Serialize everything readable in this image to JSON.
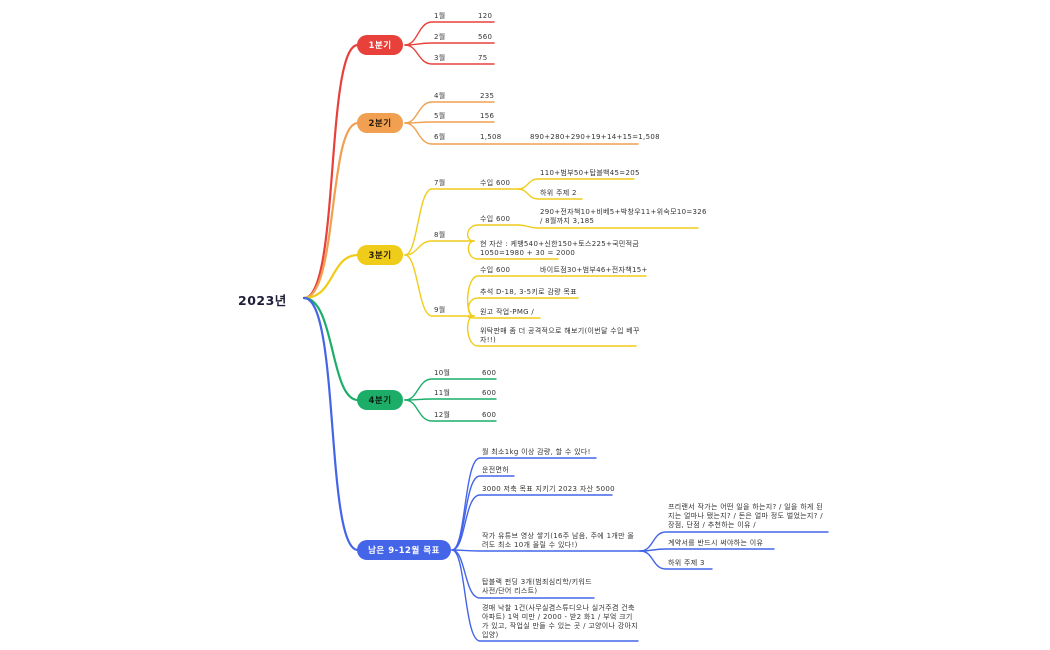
{
  "root": "2023년",
  "colors": {
    "q1": "#e8403a",
    "q2": "#f0a050",
    "q3": "#f0cc1a",
    "q4": "#1cae68",
    "goal": "#4465e8"
  },
  "q1": {
    "label": "1분기",
    "months": [
      {
        "m": "1월",
        "v": "120"
      },
      {
        "m": "2월",
        "v": "560"
      },
      {
        "m": "3월",
        "v": "75"
      }
    ]
  },
  "q2": {
    "label": "2분기",
    "months": [
      {
        "m": "4월",
        "v": "235"
      },
      {
        "m": "5월",
        "v": "156"
      },
      {
        "m": "6월",
        "v": "1,508"
      }
    ],
    "note": "890+280+290+19+14+15=1,508"
  },
  "q3": {
    "label": "3분기",
    "jul": {
      "m": "7월",
      "income": "수입 600",
      "detail": "110+범부50+탑블백45=205",
      "extra": "하위 주제 2"
    },
    "aug": {
      "m": "8월",
      "income": "수입 600",
      "detail1": "290+전자책10+비베5+박창우11+위숙모10=326",
      "detail2": "/ 8월까지 3,185",
      "asset1": "현 자산 : 케뱅540+신한150+토스225+국민적금",
      "asset2": "1050=1980 + 30 = 2000"
    },
    "sep": {
      "m": "9월",
      "income": "수입 600",
      "detail": "바이트점30+범부46+전자책15+",
      "items": [
        "추석 D-18, 3-5키로 감량 목표",
        "원고 작업-PMG /",
        "위탁판매 좀 더 공격적으로 해보기(이번달 수입 베꾸자!!)"
      ]
    }
  },
  "q4": {
    "label": "4분기",
    "months": [
      {
        "m": "10월",
        "v": "600"
      },
      {
        "m": "11월",
        "v": "600"
      },
      {
        "m": "12월",
        "v": "600"
      }
    ]
  },
  "goals": {
    "label": "남은 9-12월 목표",
    "items": [
      "월 최소1kg 이상 감량, 할 수 있다!",
      "운전면허",
      "3000 저축 목표 지키기 2023 자산 5000",
      "작가 유튜브 영상 쌓기(16주 남음, 주에 1개만 올려도 최소 10개 올릴 수 있다!)",
      "탑블랙 펀딩 3개(범죄심리학/키워드 사전/단어 리스트)",
      "경매 낙찰 1건(사무실겸스튜디오나 실거주겸 건축 아파트) 1억 미만 / 2000 - 받2 화1 / 부엌 크기가 있고, 작업실 만들 수 있는 곳 / 고양이나 강아지 입양)"
    ],
    "sub": [
      "프리랜서 작가는 어떤 일을 하는지? / 일을 하게 된지는 얼마나 됐는지? / 돈은 얼마 정도 벌었는지? / 장점, 단점 / 추천하는 이유 /",
      "계약서를 반드시 써야하는 이유",
      "하위 주제 3"
    ]
  }
}
